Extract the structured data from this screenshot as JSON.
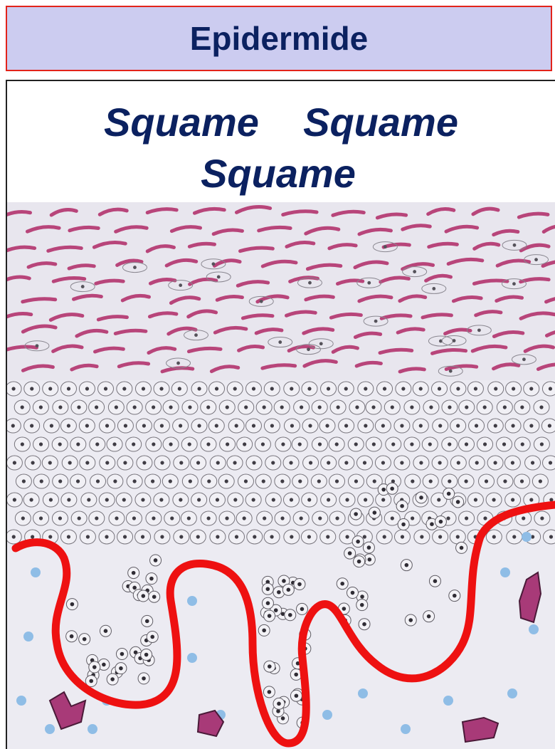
{
  "header": {
    "title": "Epidermide"
  },
  "caption": {
    "line1": "Squame    Squame",
    "line2": "Squame"
  },
  "colors": {
    "title_text": "#0b2160",
    "title_bg": "#ccccf0",
    "title_border": "#e2231a",
    "boundary_line": "#ee1111",
    "keratin": "#b8457a",
    "dermis_dots": "#8fbde6",
    "vessels": "#a83a78"
  }
}
